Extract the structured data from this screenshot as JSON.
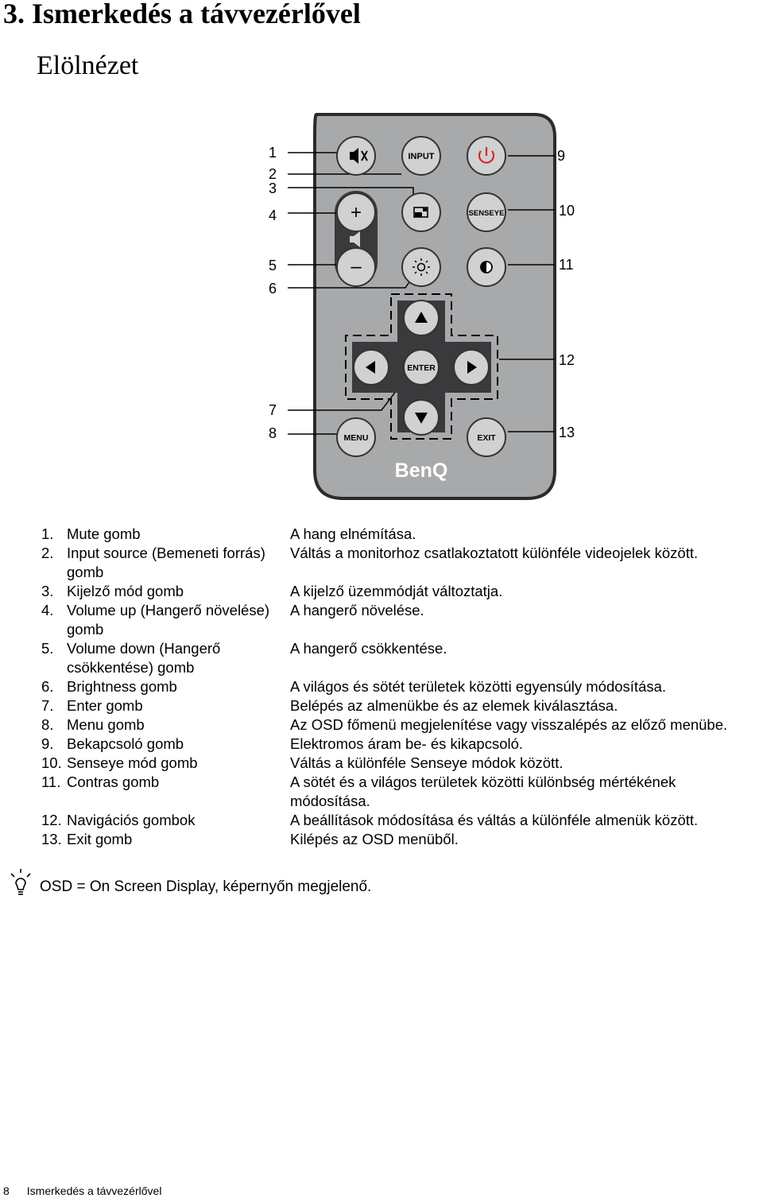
{
  "chapter_title": "3. Ismerkedés a távvezérlővel",
  "section_title": "Elölnézet",
  "remote": {
    "buttons": {
      "input": "INPUT",
      "senseye": "SENSEYE",
      "enter": "ENTER",
      "menu": "MENU",
      "exit": "EXIT",
      "plus": "+",
      "minus": "–",
      "logo": "BenQ"
    },
    "callouts_left": [
      "1",
      "2",
      "3",
      "4",
      "5",
      "6",
      "7",
      "8"
    ],
    "callouts_right": [
      "9",
      "10",
      "11",
      "12",
      "13"
    ],
    "colors": {
      "body": "#a7a9ab",
      "button": "#d0d1d3",
      "power": "#d7282f"
    }
  },
  "items": [
    {
      "num": "1.",
      "name": "Mute gomb",
      "desc": "A hang elnémítása."
    },
    {
      "num": "2.",
      "name": "Input source (Bemeneti forrás) gomb",
      "desc": "Váltás a monitorhoz csatlakoztatott különféle videojelek között."
    },
    {
      "num": "3.",
      "name": "Kijelző mód gomb",
      "desc": "A kijelző üzemmódját változtatja."
    },
    {
      "num": "4.",
      "name": "Volume up (Hangerő növelése) gomb",
      "desc": "A hangerő növelése."
    },
    {
      "num": "5.",
      "name": "Volume down (Hangerő csökkentése) gomb",
      "desc": "A hangerő csökkentése."
    },
    {
      "num": "6.",
      "name": "Brightness gomb",
      "desc": "A világos és sötét területek közötti egyensúly módosítása."
    },
    {
      "num": "7.",
      "name": "Enter gomb",
      "desc": "Belépés az almenükbe és az elemek kiválasztása."
    },
    {
      "num": "8.",
      "name": "Menu gomb",
      "desc": "Az OSD főmenü megjelenítése vagy visszalépés az előző menübe."
    },
    {
      "num": "9.",
      "name": "Bekapcsoló gomb",
      "desc": "Elektromos áram be- és kikapcsoló."
    },
    {
      "num": "10.",
      "name": "Senseye mód gomb",
      "desc": "Váltás a különféle Senseye módok között."
    },
    {
      "num": "11.",
      "name": "Contras gomb",
      "desc": "A sötét és a világos területek közötti különbség mértékének módosítása."
    },
    {
      "num": "12.",
      "name": "Navigációs gombok",
      "desc": "A beállítások módosítása és váltás a különféle almenük között."
    },
    {
      "num": "13.",
      "name": "Exit gomb",
      "desc": "Kilépés az OSD menüből."
    }
  ],
  "note": "OSD = On Screen Display, képernyőn megjelenő.",
  "footer": {
    "page": "8",
    "title": "Ismerkedés a távvezérlővel"
  }
}
